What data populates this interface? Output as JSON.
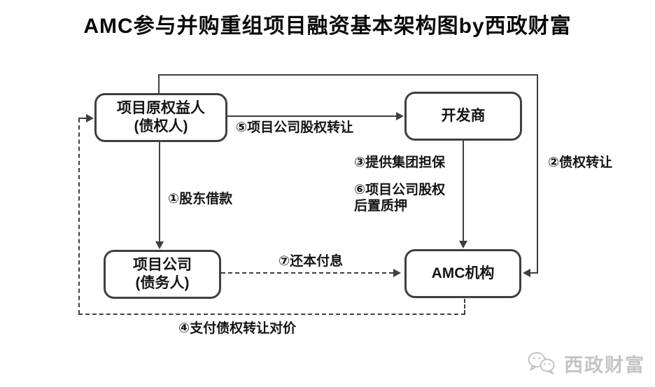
{
  "title": "AMC参与并购重组项目融资基本架构图by西政财富",
  "nodes": {
    "holder": {
      "line1": "项目原权益人",
      "line2": "(债权人)"
    },
    "developer": {
      "label": "开发商"
    },
    "company": {
      "line1": "项目公司",
      "line2": "(债务人)"
    },
    "amc": {
      "label": "AMC机构"
    }
  },
  "edges": {
    "e1": {
      "label": "①股东借款",
      "style": "solid",
      "from": "holder",
      "to": "company"
    },
    "e2": {
      "label": "②债权转让",
      "style": "solid",
      "from": "holder",
      "to": "amc"
    },
    "e3": {
      "label": "③提供集团担保",
      "style": "solid",
      "from": "developer",
      "to": "amc"
    },
    "e4": {
      "label": "④支付债权转让对价",
      "style": "dashed",
      "from": "amc",
      "to": "holder"
    },
    "e5": {
      "label": "⑤项目公司股权转让",
      "style": "solid",
      "from": "holder",
      "to": "developer"
    },
    "e6": {
      "label": "⑥项目公司股权\n后置质押",
      "style": "solid",
      "from": "developer",
      "to": "amc"
    },
    "e7": {
      "label": "⑦还本付息",
      "style": "dashed",
      "from": "company",
      "to": "amc"
    }
  },
  "watermark": {
    "label": "西政财富",
    "icon": "wechat-bubbles-icon"
  },
  "colors": {
    "background": "#ffffff",
    "line": "#3f3f3f",
    "text": "#111111",
    "watermark": "#c4c4c4"
  }
}
